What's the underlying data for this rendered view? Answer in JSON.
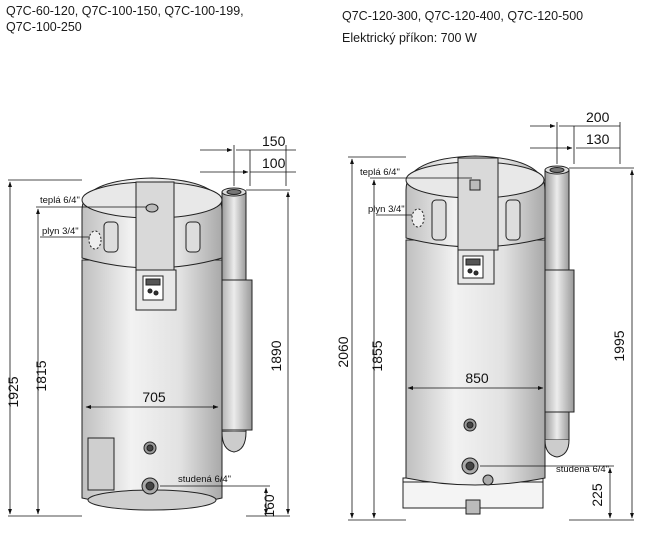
{
  "headers": {
    "left_line1": "Q7C-60-120, Q7C-100-150, Q7C-100-199,",
    "left_line2": "Q7C-100-250",
    "right_line1": "Q7C-120-300, Q7C-120-400, Q7C-120-500",
    "right_line2": "Elektrický příkon: 700 W"
  },
  "left_unit": {
    "label_hot": "teplá 6/4\"",
    "label_gas": "plyn 3/4\"",
    "label_cold": "studená 6/4\"",
    "dim_total_height": "1925",
    "dim_hot_height": "1815",
    "dim_flue_height": "1890",
    "dim_diameter": "705",
    "dim_flue_offset_outer": "150",
    "dim_flue_offset_inner": "100",
    "dim_cold_height": "160"
  },
  "right_unit": {
    "label_hot": "teplá 6/4\"",
    "label_gas": "plyn 3/4\"",
    "label_cold": "studená 6/4\"",
    "dim_total_height": "2060",
    "dim_hot_height": "1855",
    "dim_flue_height": "1995",
    "dim_diameter": "850",
    "dim_flue_offset_outer": "200",
    "dim_flue_offset_inner": "130",
    "dim_cold_height": "225"
  }
}
